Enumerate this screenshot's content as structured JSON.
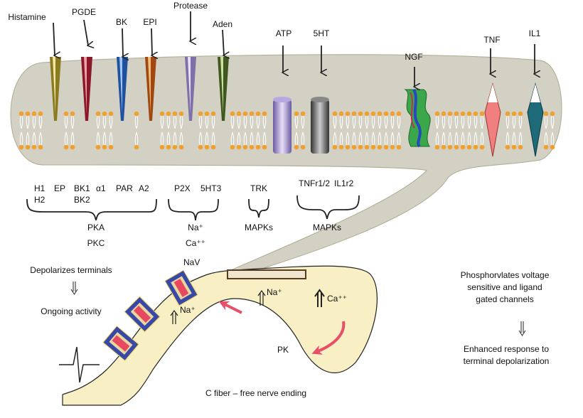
{
  "ligands": {
    "histamine": "Histamine",
    "pgde": "PGDE",
    "bk": "BK",
    "epi": "EPI",
    "protease": "Protease",
    "aden": "Aden",
    "atp": "ATP",
    "5ht": "5HT",
    "ngf": "NGF",
    "tnf": "TNF",
    "il1": "IL1"
  },
  "receptors": {
    "h1": "H1",
    "h2": "H2",
    "ep": "EP",
    "bk1": "BK1",
    "bk2": "BK2",
    "a1": "α1",
    "par": "PAR",
    "a2": "A2",
    "p2x": "P2X",
    "5ht3": "5HT3",
    "trk": "TRK",
    "tnfr": "TNFr1/2",
    "il1r2": "IL1r2"
  },
  "pathways": {
    "pka": "PKA",
    "pkc": "PKC",
    "na": "Na⁺",
    "ca": "Ca⁺⁺",
    "mapks_trk": "MAPKs",
    "mapks_cyt": "MAPKs"
  },
  "nerve": {
    "nav": "NaV",
    "na_left": "Na⁺",
    "na_mid": "Na⁺",
    "ca": "Ca⁺⁺",
    "pk": "PK",
    "caption": "C fiber – free nerve ending"
  },
  "left_notes": {
    "line1": "Depolarizes terminals",
    "line2": "Ongoing activity"
  },
  "right_notes": {
    "line1": "Phosphorvlates voltage",
    "line2": "sensitive and ligand",
    "line3": "gated channels",
    "line4": "Enhanced response to",
    "line5": "terminal depolarization"
  },
  "colors": {
    "membrane_bg": "#d3d0c4",
    "lipid_head": "#f0a030",
    "nerve_fill": "#f8efc4",
    "pink_arrow": "#e8506a",
    "nav_blue": "#3848a8",
    "nav_red": "#e84860"
  }
}
